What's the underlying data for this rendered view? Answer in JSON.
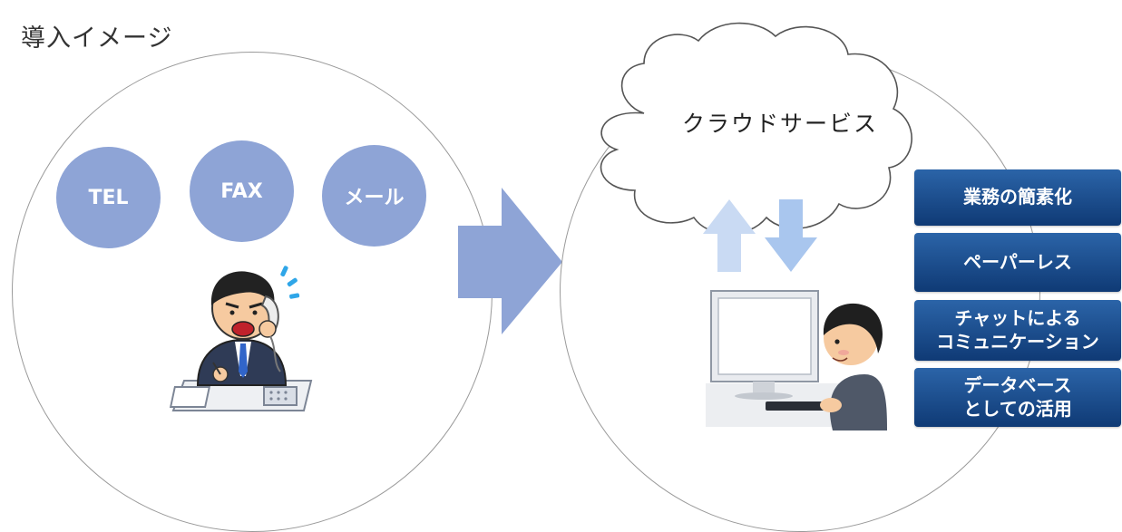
{
  "title": "導入イメージ",
  "before": {
    "channels": [
      "TEL",
      "FAX",
      "メール"
    ]
  },
  "after": {
    "cloud_label": "クラウドサービス",
    "benefits": [
      "業務の簡素化",
      "ペーパーレス",
      "チャットによる\nコミュニケーション",
      "データベース\nとしての活用"
    ]
  },
  "colors": {
    "channel_circle": "#8ea4d6",
    "main_arrow": "#8ea4d6",
    "sync_arrows": "#c9daf3",
    "benefit_top": "#2b64a8",
    "benefit_bottom": "#0f3a75"
  },
  "icons": [
    "arrow-right-icon",
    "cloud-icon",
    "upload-arrow-icon",
    "download-arrow-icon",
    "phone-worker-illustration",
    "pc-user-illustration"
  ]
}
